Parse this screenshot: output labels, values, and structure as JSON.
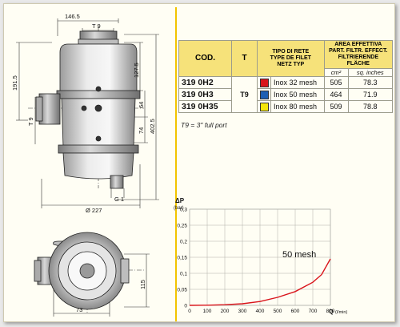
{
  "dimensions": {
    "top_width": "146.5",
    "port_top": "T 9",
    "overall_height": "191.5",
    "side_port": "T 9",
    "upper_height": "127.5",
    "mid_a": "64",
    "mid_b": "74",
    "body_height": "402.5",
    "drain": "G 1",
    "diameter": "Ø 227",
    "base_height": "115",
    "base_offset": "73"
  },
  "table": {
    "headers": {
      "cod": "COD.",
      "t": "T",
      "tipo": [
        "TIPO DI RETE",
        "TYPE DE FILET",
        "NETZ TYP"
      ],
      "area": [
        "AREA EFFETTIVA",
        "PART. FILTR. EFFECT.",
        "FILTRIERENDE FLÄCHE"
      ],
      "unit_cm2": "cm²",
      "unit_sq": "sq. inches"
    },
    "t_value": "T9",
    "rows": [
      {
        "code": "319 0H2",
        "color": "#d9141b",
        "mesh": "Inox 32 mesh",
        "cm2": "505",
        "sq": "78.3"
      },
      {
        "code": "319 0H3",
        "color": "#1f5fb3",
        "mesh": "Inox 50 mesh",
        "cm2": "464",
        "sq": "71.9"
      },
      {
        "code": "319 0H35",
        "color": "#f5e60a",
        "mesh": "Inox 80 mesh",
        "cm2": "509",
        "sq": "78.8"
      }
    ],
    "note": "T9 = 3\" full port"
  },
  "chart_data": {
    "type": "line",
    "ylabel": "ΔP",
    "yunit": "(bar)",
    "xlabel": "Q",
    "xunit": "(l/min)",
    "xlim": [
      0,
      800
    ],
    "ylim": [
      0,
      0.3
    ],
    "x_ticks": [
      0,
      100,
      200,
      300,
      400,
      500,
      600,
      700,
      800
    ],
    "y_ticks": [
      "0",
      "0,05",
      "0,1",
      "0,15",
      "0,2",
      "0,25",
      "0,3"
    ],
    "y_values": [
      0,
      0.05,
      0.1,
      0.15,
      0.2,
      0.25,
      0.3
    ],
    "series": [
      {
        "name": "50 mesh",
        "color": "#d9141b",
        "x": [
          0,
          100,
          200,
          300,
          400,
          500,
          600,
          700,
          750,
          800
        ],
        "y": [
          0,
          0.0005,
          0.002,
          0.005,
          0.012,
          0.025,
          0.043,
          0.072,
          0.096,
          0.145
        ]
      }
    ],
    "grid": true
  }
}
